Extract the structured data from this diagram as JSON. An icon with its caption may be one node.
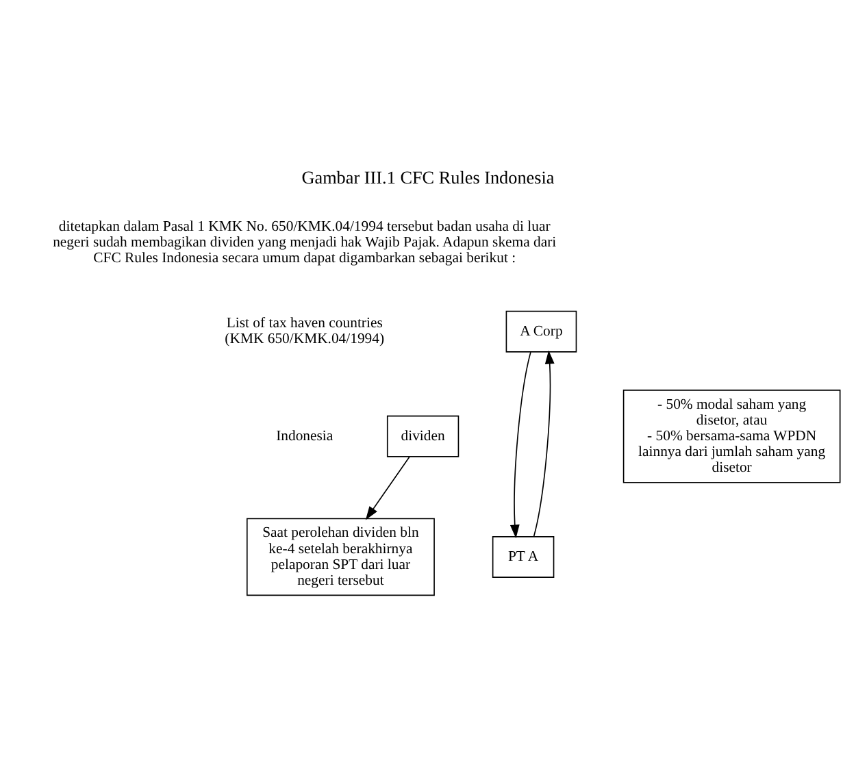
{
  "diagram": {
    "title": "Gambar III.1 CFC Rules Indonesia",
    "nodes": [
      {
        "text": [
          "A Corp"
        ]
      },
      {
        "text": [
          "PT A"
        ]
      },
      {
        "text": [
          "dividen"
        ]
      },
      {
        "text": [
          "- 50% modal saham yang disetor, atau",
          "- 50% bersama-sama WPDN lainnya dari jumlah saham yang disetor"
        ]
      },
      {
        "text": [
          "Saat perolehan dividen bln ke-4 setelah berakhirnya pelaporan SPT dari luar negeri tersebut"
        ]
      }
    ],
    "edges": [
      {
        "from": 0,
        "to": 1,
        "arrow": "to"
      },
      {
        "from": 1,
        "to": 0,
        "arrow": "to"
      },
      {
        "from": 2,
        "to": 4,
        "arrow": "to"
      }
    ],
    "labels": [
      "ditetapkan dalam Pasal 1 KMK No. 650/KMK.04/1994 tersebut badan usaha di luar negeri sudah membagikan dividen yang menjadi hak Wajib Pajak. Adapun skema dari CFC Rules Indonesia secara umum dapat digambarkan sebagai berikut :",
      "List of tax haven countries (KMK 650/KMK.04/1994)",
      "Indonesia"
    ]
  }
}
